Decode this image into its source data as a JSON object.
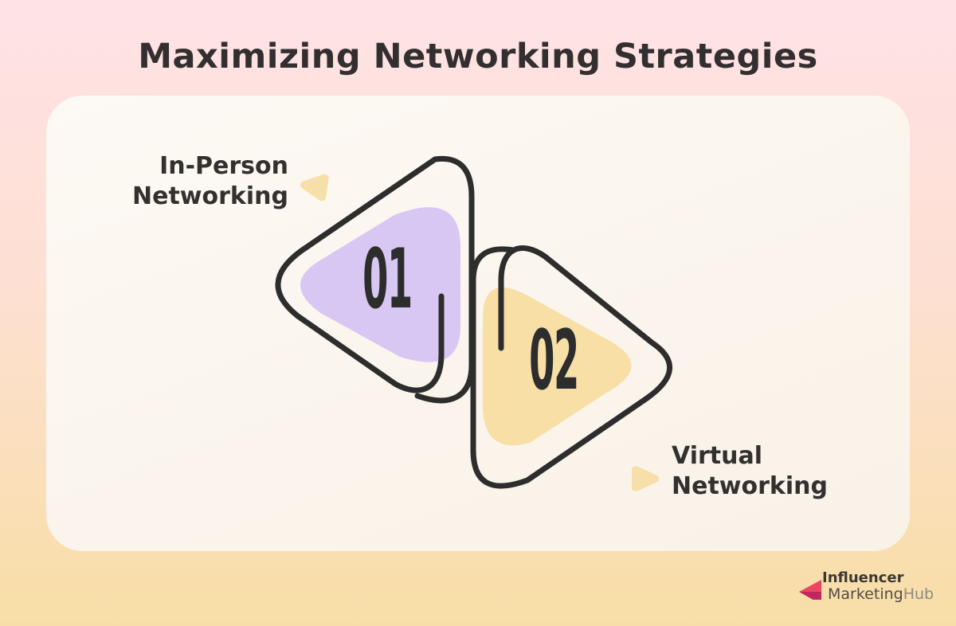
{
  "title": "Maximizing Networking Strategies",
  "steps": [
    {
      "number": "01",
      "label": "In-Person\nNetworking"
    },
    {
      "number": "02",
      "label": "Virtual\nNetworking"
    }
  ],
  "branding": {
    "line1": "Influencer",
    "line2_dark": "Marketing",
    "line2_light": "Hub"
  },
  "colors": {
    "bg_top": "#ffe2e6",
    "bg_mid": "#fde0d2",
    "bg_bottom": "#f8dea6",
    "card": "#fbf5ee",
    "outline": "#2d2d2d",
    "purple_fill": "#d9c7f3",
    "yellow_fill": "#f7dfa6",
    "marker": "#f6dfa8",
    "text": "#333030",
    "logo_pink_light": "#ec4663",
    "logo_pink_dark": "#c2265e"
  }
}
